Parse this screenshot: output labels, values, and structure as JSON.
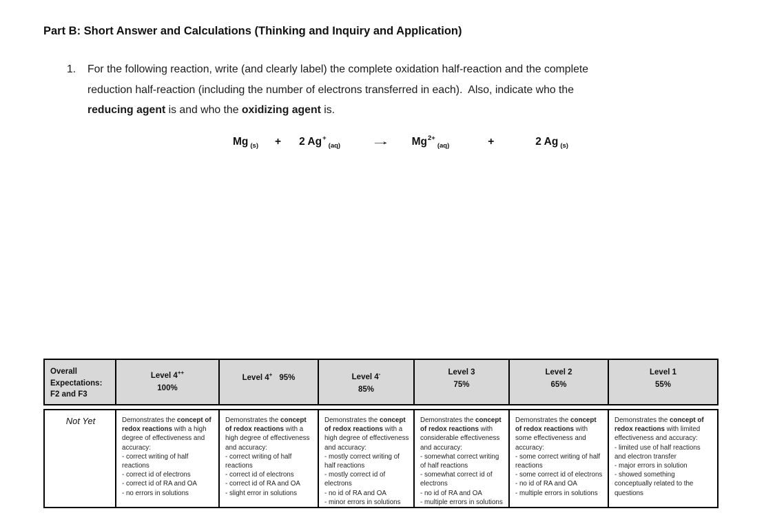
{
  "title": "Part B: Short Answer and Calculations (Thinking and Inquiry and Application)",
  "question": {
    "number": "1.",
    "line1": "For the following reaction, write (and clearly label) the complete oxidation half-reaction and the complete",
    "line2": "reduction half-reaction (including the number of electrons transferred in each).  Also, indicate who the",
    "line3_bold1": "reducing agent",
    "line3_mid": " is and who the ",
    "line3_bold2": "oxidizing agent",
    "line3_end": " is."
  },
  "equation": {
    "t1": "Mg",
    "t1_sub": "(s)",
    "plus1": "+",
    "t2": "2 Ag",
    "t2_sup": "+",
    "t2_sub": "(aq)",
    "arrow": "→",
    "t3": "Mg",
    "t3_sup": "2+",
    "t3_sub": "(aq)",
    "plus2": "+",
    "t4": "2 Ag",
    "t4_sub": "(s)"
  },
  "rubric": {
    "corner_label": "Overall Expectations: F2 and F3",
    "row_label": "Not Yet",
    "levels": [
      {
        "name": "Level 4",
        "sup": "++",
        "pct": "100%"
      },
      {
        "name": "Level 4",
        "sup": "+",
        "pct": "95%"
      },
      {
        "name": "Level 4",
        "sup": "-",
        "pct": "85%"
      },
      {
        "name": "Level 3",
        "sup": "",
        "pct": "75%"
      },
      {
        "name": "Level 2",
        "sup": "",
        "pct": "65%"
      },
      {
        "name": "Level 1",
        "sup": "",
        "pct": "55%"
      }
    ],
    "cells": [
      {
        "pre": "Demonstrates the ",
        "bold": "concept of redox reactions",
        "post": " with a high degree of effectiveness and accuracy:",
        "items": [
          "- correct writing of half reactions",
          "- correct id of electrons",
          "- correct id of RA and OA",
          "- no errors in solutions"
        ]
      },
      {
        "pre": "Demonstrates the ",
        "bold": "concept of redox reactions",
        "post": " with a high degree of effectiveness and accuracy:",
        "items": [
          "- correct writing of half reactions",
          "- correct id of electrons",
          "- correct id of RA and OA",
          "- slight error in solutions"
        ]
      },
      {
        "pre": "Demonstrates the ",
        "bold": "concept of redox reactions",
        "post": " with a high degree of effectiveness and accuracy:",
        "items": [
          "- mostly correct writing of half reactions",
          "- mostly correct id of electrons",
          "- no id of RA and OA",
          "- minor errors in solutions"
        ]
      },
      {
        "pre": "Demonstrates the ",
        "bold": "concept of redox reactions",
        "post": " with considerable effectiveness and accuracy:",
        "items": [
          "-  somewhat correct writing of half reactions",
          "- somewhat correct id of electrons",
          "- no id of RA and OA",
          "- multiple errors in solutions"
        ]
      },
      {
        "pre": "Demonstrates the ",
        "bold": "concept of redox reactions",
        "post": " with some effectiveness and accuracy:",
        "items": [
          "-  some correct writing of half reactions",
          "- some correct id of electrons",
          "-  no id of RA and OA",
          "- multiple errors in solutions"
        ]
      },
      {
        "pre": "Demonstrates the ",
        "bold": "concept of redox reactions",
        "post": " with limited effectiveness and accuracy:",
        "items": [
          "- limited use of half reactions and electron transfer",
          "- major errors in solution",
          "- showed something conceptually related to the questions"
        ]
      }
    ]
  }
}
